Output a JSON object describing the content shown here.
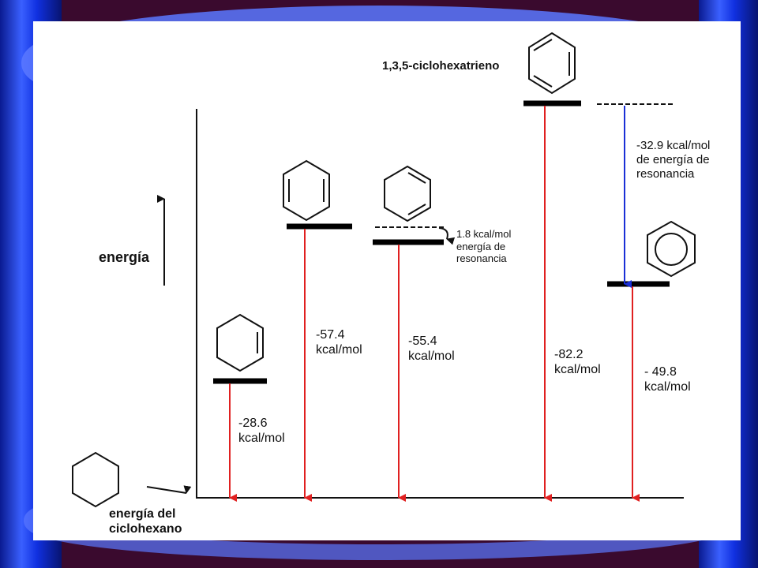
{
  "axis": {
    "label": "energía"
  },
  "baseline": {
    "label": "energía del\nciclohexano"
  },
  "molecules": [
    {
      "name": "ciclohexano"
    },
    {
      "name": "ciclohexeno"
    },
    {
      "name": "1,3-ciclohexadieno"
    },
    {
      "name": "1,4-ciclohexadieno"
    },
    {
      "name": "1,3,5-ciclohexatrieno",
      "label": "1,3,5-ciclohexatrieno"
    },
    {
      "name": "benceno"
    }
  ],
  "transitions": [
    {
      "value": "-28.6\nkcal/mol"
    },
    {
      "value": "-57.4\nkcal/mol"
    },
    {
      "value": "-55.4\nkcal/mol"
    },
    {
      "value": "-82.2\nkcal/mol"
    },
    {
      "value": "- 49.8\nkcal/mol"
    }
  ],
  "resonance": [
    {
      "text": "1.8 kcal/mol\nenergía de\nresonancia"
    },
    {
      "text": "-32.9 kcal/mol\nde energía de\nresonancia"
    }
  ],
  "colors": {
    "arrow_red": "#e02020",
    "arrow_blue": "#1a2fd6",
    "frame": "#3a0a2e",
    "pillar": "#1030e0"
  }
}
